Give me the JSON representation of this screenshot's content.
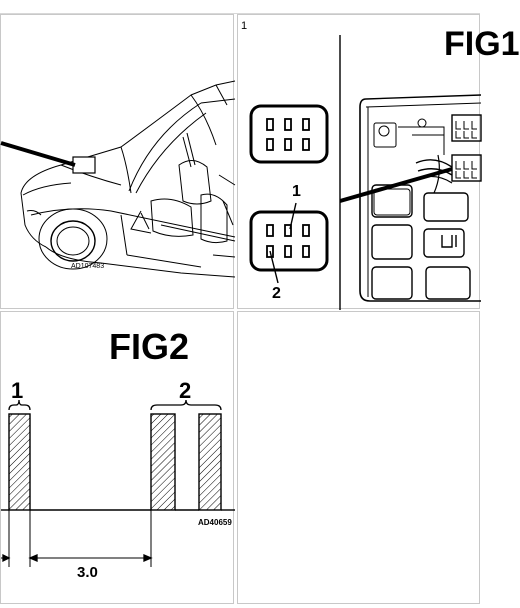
{
  "panels": {
    "car": {
      "drawing_code": "AD107483"
    },
    "fig1": {
      "panel_number": "1",
      "title": "FIG1",
      "connector_callouts": [
        "1",
        "2"
      ]
    },
    "fig2": {
      "title": "FIG2",
      "pulse_callouts": [
        "1",
        "2"
      ],
      "dimension_label": "3.0",
      "drawing_code": "AD40659"
    }
  },
  "colors": {
    "line": "#000000",
    "panel_border": "#c8c8c8",
    "background": "#ffffff"
  }
}
